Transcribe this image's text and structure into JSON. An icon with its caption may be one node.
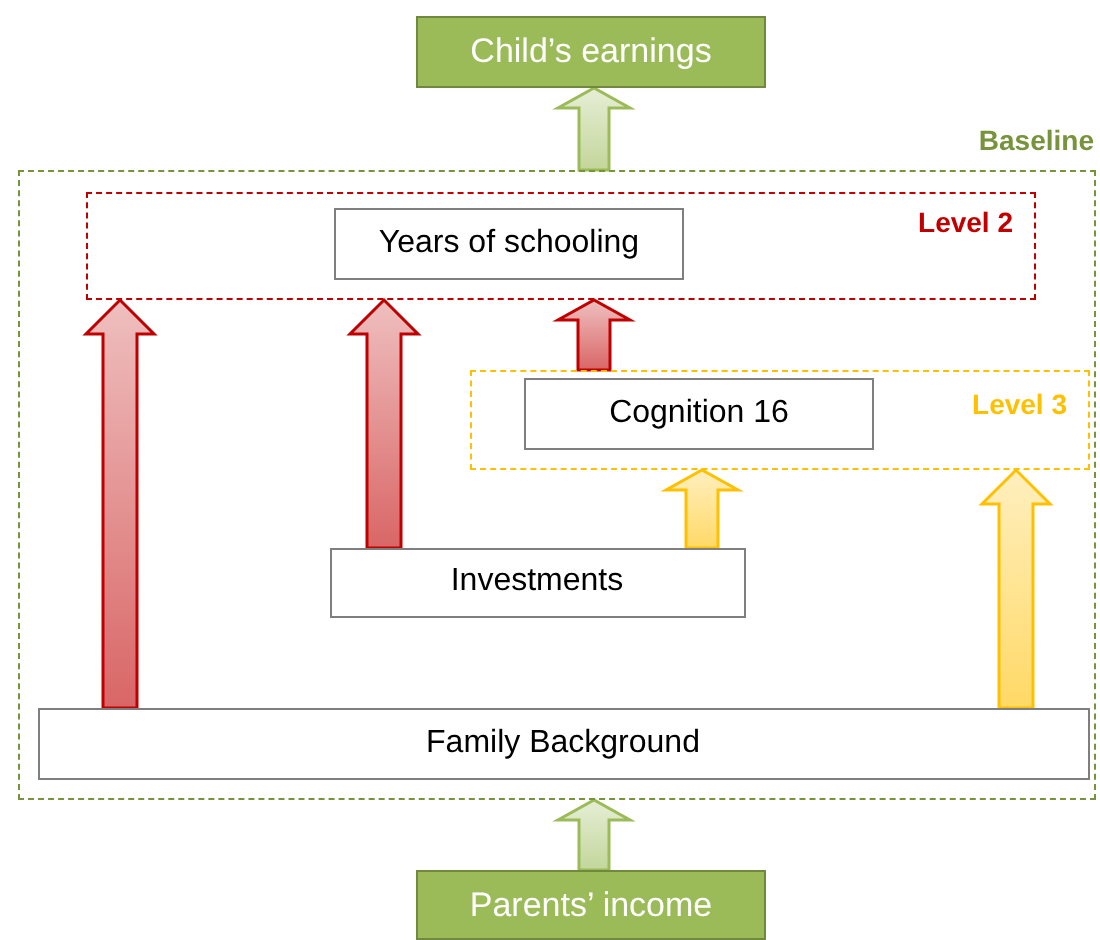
{
  "diagram": {
    "nodes": [
      {
        "text": [
          "Child’s earnings"
        ]
      },
      {
        "text": [
          "Baseline"
        ]
      },
      {
        "text": [
          "Level 2"
        ],
        "in": 1
      },
      {
        "text": [
          "Years of schooling"
        ],
        "in": 2
      },
      {
        "text": [
          "Level 3"
        ],
        "in": 1
      },
      {
        "text": [
          "Cognition 16"
        ],
        "in": 4
      },
      {
        "text": [
          "Investments"
        ],
        "in": 1
      },
      {
        "text": [
          "Family Background"
        ],
        "in": 1
      },
      {
        "text": [
          "Parents’ income"
        ]
      }
    ],
    "edges": [
      {
        "from": 8,
        "to": 1,
        "arrow": "to",
        "color": "#9bbb59"
      },
      {
        "from": 1,
        "to": 0,
        "arrow": "to",
        "color": "#9bbb59"
      },
      {
        "from": 7,
        "to": 2,
        "arrow": "to"
      },
      {
        "from": 6,
        "to": 2,
        "arrow": "to"
      },
      {
        "from": 4,
        "to": 2,
        "arrow": "to"
      },
      {
        "from": 6,
        "to": 4,
        "arrow": "to",
        "color": "#ffc000"
      },
      {
        "from": 7,
        "to": 4,
        "arrow": "to",
        "color": "#ffc000"
      }
    ]
  }
}
